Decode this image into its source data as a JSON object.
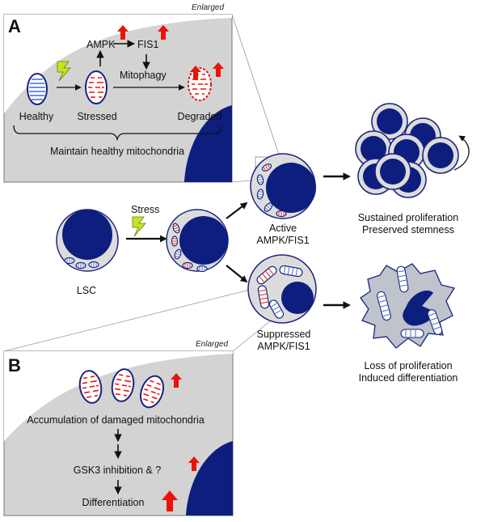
{
  "panel_a": {
    "letter": "A",
    "enlarged": "Enlarged",
    "ampk": "AMPK",
    "fis1": "FIS1",
    "mitophagy": "Mitophagy",
    "healthy": "Healthy",
    "stressed": "Stressed",
    "degraded": "Degraded",
    "maintain": "Maintain healthy mitochondria"
  },
  "panel_b": {
    "letter": "B",
    "enlarged": "Enlarged",
    "accumulation": "Accumulation of damaged mitochondria",
    "gsk3": "GSK3 inhibition & ?",
    "differentiation": "Differentiation"
  },
  "center": {
    "stress": "Stress",
    "lsc": "LSC",
    "active_line1": "Active",
    "active_line2": "AMPK/FIS1",
    "suppressed_line1": "Suppressed",
    "suppressed_line2": "AMPK/FIS1"
  },
  "outcomes": {
    "top_line1": "Sustained proliferation",
    "top_line2": "Preserved stemness",
    "bottom_line1": "Loss of proliferation",
    "bottom_line2": "Induced differentiation"
  },
  "colors": {
    "panel_bg": "#d3d3d3",
    "cell_fill": "#dcdcdc",
    "nucleus": "#0d1e7e",
    "up_arrow": "#e8140c",
    "healthy_stripes": "#3a6fd0",
    "damaged_stripes": "#e8140c",
    "differentiated_cell": "#bfc3cc"
  }
}
